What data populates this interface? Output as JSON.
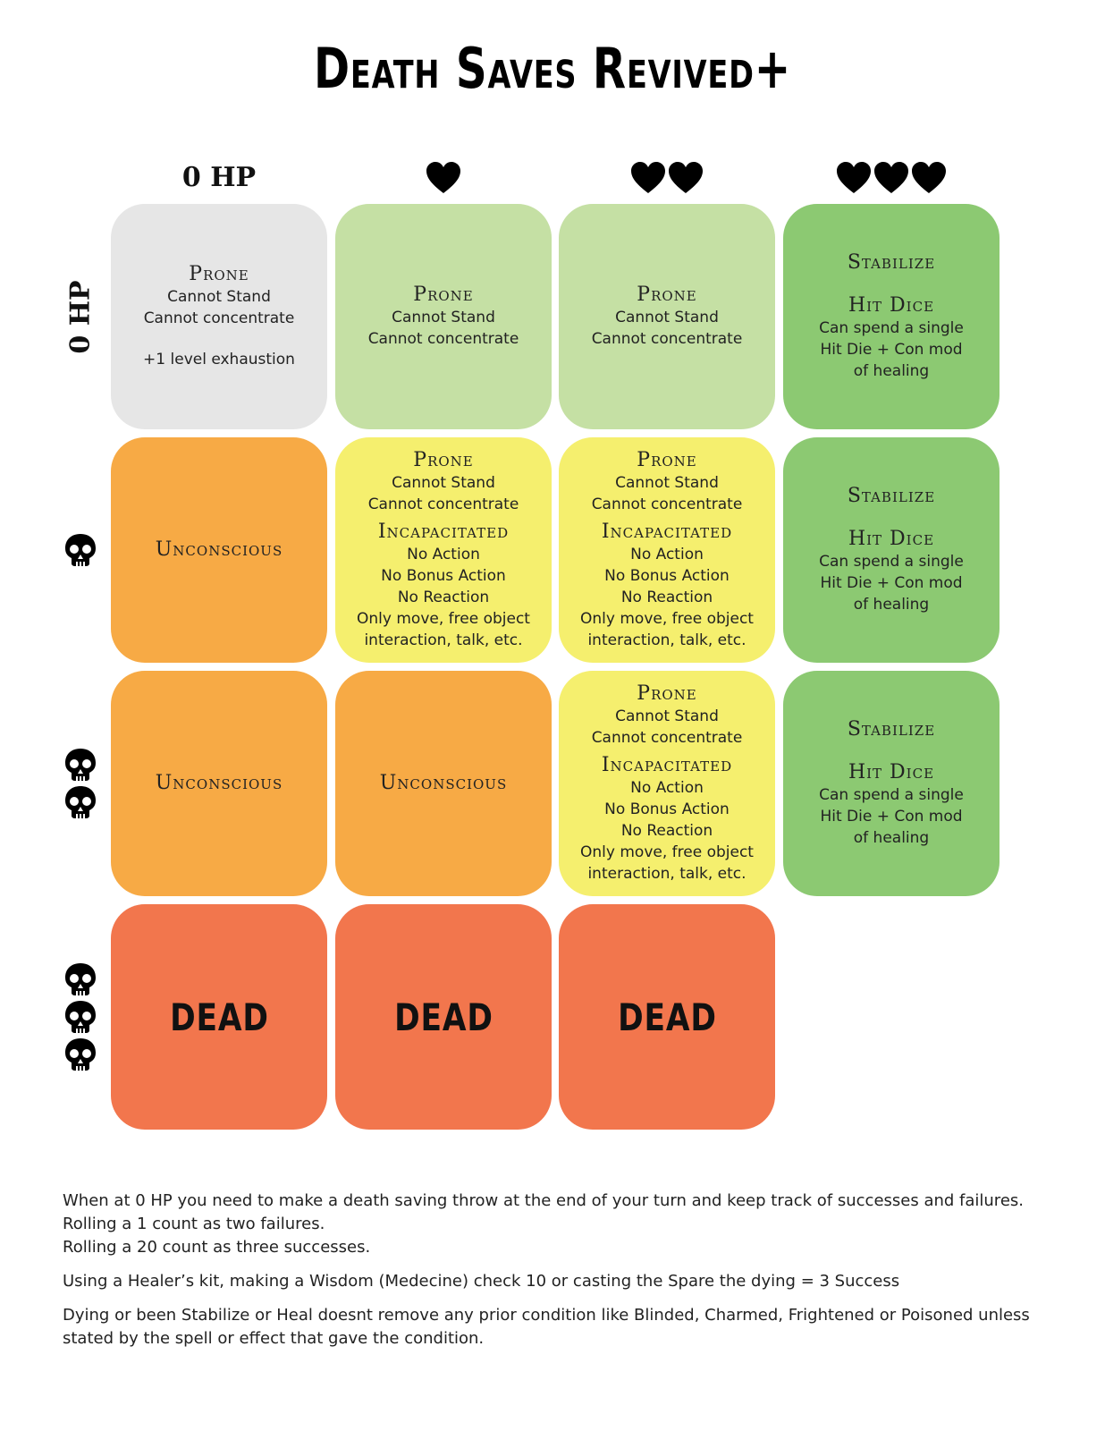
{
  "title": "Death Saves Revived+",
  "columns": {
    "c0": "0 HP",
    "c1_icon": "heart-icon x1",
    "c2_icon": "heart-icon x2",
    "c3_icon": "heart-icon x3"
  },
  "rows": {
    "r0": "0 HP",
    "r1_icon": "skull-icon x1",
    "r2_icon": "skull-icon x2",
    "r3_icon": "skull-icon x3"
  },
  "labels": {
    "prone": "Prone",
    "cannot_stand": "Cannot Stand",
    "cannot_concentrate": "Cannot concentrate",
    "exhaustion": "+1 level exhaustion",
    "stabilize": "Stabilize",
    "hit_dice": "Hit Dice",
    "hd_line1": "Can spend a single",
    "hd_line2": "Hit Die + Con mod",
    "hd_line3": "of healing",
    "incapacitated": "Incapacitated",
    "no_action": "No Action",
    "no_bonus_action": "No Bonus Action",
    "no_reaction": "No Reaction",
    "only_move": "Only move, free object",
    "interaction": "interaction, talk, etc.",
    "unconscious": "Unconscious",
    "dead": "DEAD"
  },
  "notes": {
    "line1": "When at 0 HP you need to make a death saving throw at the end of your turn and keep track of successes and failures.",
    "line2": "Rolling a 1 count as two failures.",
    "line3": "Rolling a 20 count as three successes.",
    "line4": "Using a Healer’s kit, making a Wisdom (Medecine) check 10 or casting the Spare the dying = 3 Success",
    "line5": "Dying or been Stabilize or Heal doesnt remove any prior condition like Blinded, Charmed, Frightened or Poisoned unless stated by the spell or effect that gave the condition."
  },
  "colors": {
    "grey": "#e6e6e6",
    "light_green": "#c5e0a4",
    "green": "#8cc972",
    "yellow": "#f5ef6e",
    "orange": "#f7aa45",
    "red": "#f2764d"
  }
}
